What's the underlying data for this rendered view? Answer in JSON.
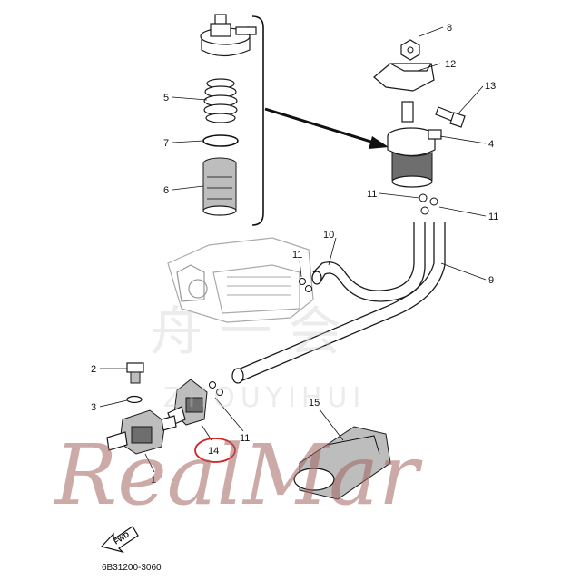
{
  "labels": {
    "p1": "1",
    "p2": "2",
    "p3": "3",
    "p4": "4",
    "p5": "5",
    "p6": "6",
    "p7": "7",
    "p8": "8",
    "p9": "9",
    "p10": "10",
    "p11a": "11",
    "p11b": "11",
    "p11c": "11",
    "p11d": "11",
    "p12": "12",
    "p13": "13",
    "p14": "14",
    "p15": "15"
  },
  "highlight_color": "#d42020",
  "direction_label": "FWD",
  "drawing_code": "6B31200-3060",
  "watermark": {
    "cn": "舟 一 会",
    "en": "ZHOUYIHUI"
  },
  "brand_overlay": "RealMar"
}
